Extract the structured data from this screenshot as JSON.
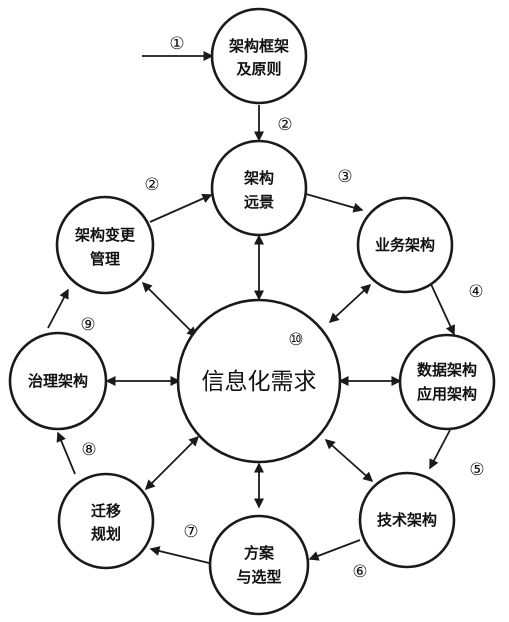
{
  "diagram": {
    "nodes": [
      {
        "id": "framework",
        "lines": [
          "架构框架",
          "及原则"
        ]
      },
      {
        "id": "vision",
        "lines": [
          "架构",
          "远景"
        ]
      },
      {
        "id": "business",
        "lines": [
          "业务架构"
        ]
      },
      {
        "id": "data-app",
        "lines": [
          "数据架构",
          "应用架构"
        ]
      },
      {
        "id": "technology",
        "lines": [
          "技术架构"
        ]
      },
      {
        "id": "solutions",
        "lines": [
          "方案",
          "与选型"
        ]
      },
      {
        "id": "migration",
        "lines": [
          "迁移",
          "规划"
        ]
      },
      {
        "id": "governance",
        "lines": [
          "治理架构"
        ]
      },
      {
        "id": "change",
        "lines": [
          "架构变更",
          "管理"
        ]
      },
      {
        "id": "requirements",
        "lines": [
          "信息化需求"
        ]
      }
    ],
    "steps": [
      "①",
      "②",
      "②",
      "③",
      "④",
      "⑤",
      "⑥",
      "⑦",
      "⑧",
      "⑨",
      "⑩"
    ]
  }
}
